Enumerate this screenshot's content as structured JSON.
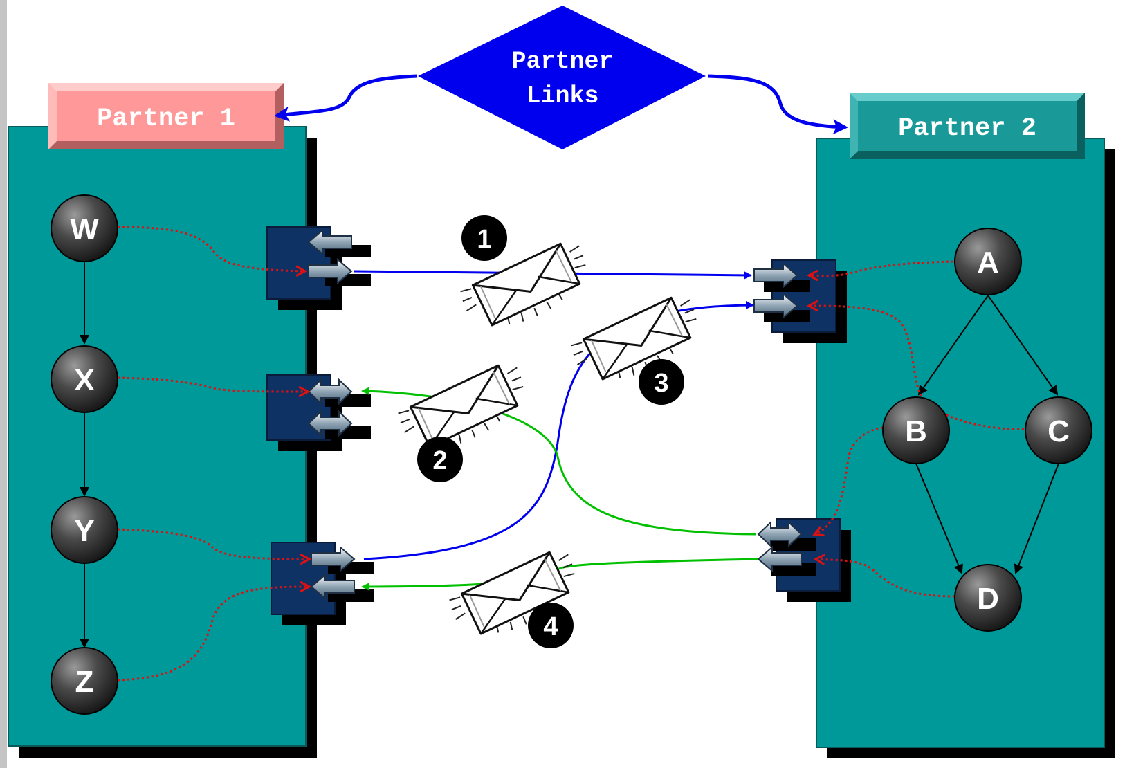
{
  "partner1": {
    "title": "Partner 1"
  },
  "partner2": {
    "title": "Partner 2"
  },
  "partner_links": {
    "line1": "Partner",
    "line2": "Links"
  },
  "partner1_nodes": [
    "W",
    "X",
    "Y",
    "Z"
  ],
  "partner2_nodes": [
    "A",
    "B",
    "C",
    "D"
  ],
  "message_steps": [
    "1",
    "2",
    "3",
    "4"
  ],
  "colors": {
    "container": "#009999",
    "partner1_header": "#ff9999",
    "partner2_header": "#1a9999",
    "port": "#0f3264",
    "link_blue": "#0000ee",
    "link_green": "#00c000",
    "dotted_red": "#dd1111",
    "node_dark": "#333333"
  }
}
